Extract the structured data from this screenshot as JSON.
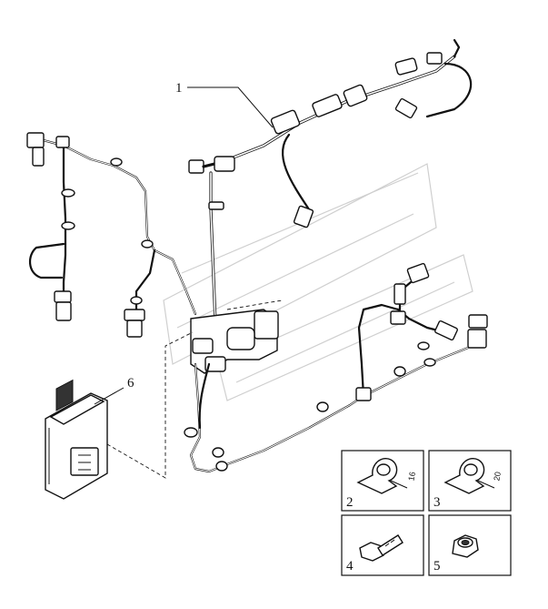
{
  "callouts": {
    "c1": "1",
    "c2": "2",
    "c3": "3",
    "c4": "4",
    "c5": "5",
    "c6": "6"
  },
  "dimensions": {
    "clip_small": "16",
    "clip_large": "20"
  },
  "icons": [
    "wiring-harness",
    "ecu-module",
    "hose-clamp",
    "hex-bolt",
    "hex-nut"
  ],
  "colors": {
    "line": "#111111",
    "watermark": "#cfcfcf"
  }
}
